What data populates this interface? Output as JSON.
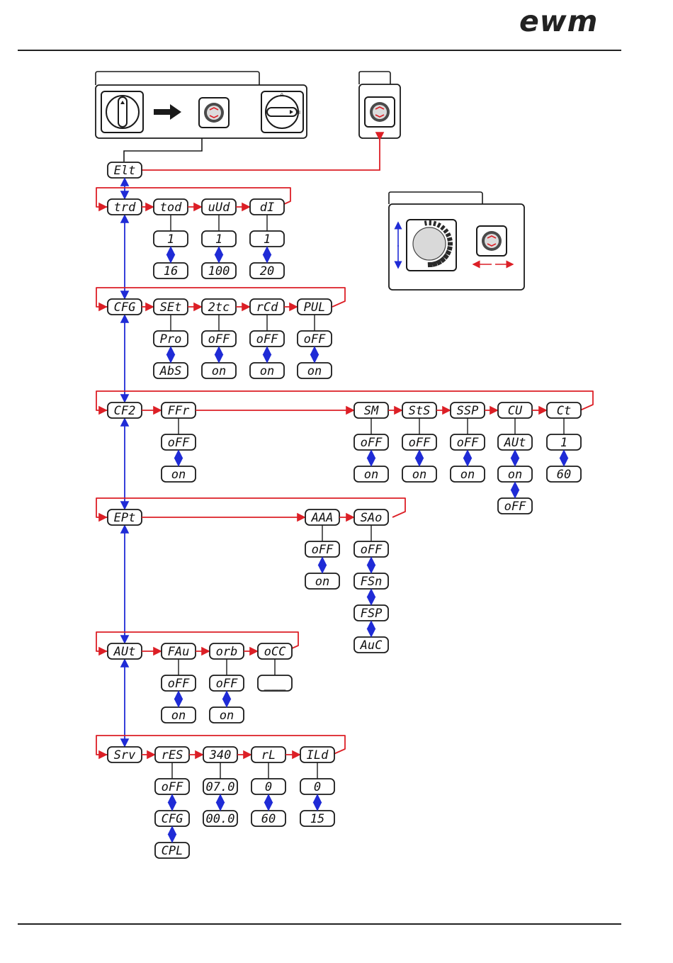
{
  "brand": {
    "logo_text": "ewm"
  },
  "colors": {
    "red": "#dc1f26",
    "blue": "#1f2bd6",
    "frame": "#1a1a1a"
  },
  "icons": [
    "rotary-switch-off-icon",
    "arrow-right-icon",
    "push-button-icon",
    "rotary-switch-on-icon",
    "rotary-knob-icon",
    "ring-marker-icon"
  ],
  "switch_labels": {
    "off_mark": "0",
    "on_mark": "I"
  },
  "menu": {
    "exit": "Elt",
    "rows": [
      {
        "main": "trd",
        "items": [
          {
            "label": "tod",
            "values": [
              "1",
              "16"
            ]
          },
          {
            "label": "uUd",
            "values": [
              "1",
              "100"
            ]
          },
          {
            "label": "dI",
            "values": [
              "1",
              "20"
            ]
          }
        ]
      },
      {
        "main": "CFG",
        "items": [
          {
            "label": "SEt",
            "values": [
              "Pro",
              "AbS"
            ]
          },
          {
            "label": "2tc",
            "values": [
              "oFF",
              "on"
            ]
          },
          {
            "label": "rCd",
            "values": [
              "oFF",
              "on"
            ]
          },
          {
            "label": "PUL",
            "values": [
              "oFF",
              "on"
            ]
          }
        ]
      },
      {
        "main": "CF2",
        "items": [
          {
            "label": "FFr",
            "values": [
              "oFF",
              "on"
            ]
          },
          {
            "label": "SM",
            "values": [
              "oFF",
              "on"
            ]
          },
          {
            "label": "StS",
            "values": [
              "oFF",
              "on"
            ]
          },
          {
            "label": "SSP",
            "values": [
              "oFF",
              "on"
            ]
          },
          {
            "label": "CU",
            "values": [
              "AUt",
              "on",
              "oFF"
            ]
          },
          {
            "label": "Ct",
            "values": [
              "1",
              "60"
            ]
          }
        ]
      },
      {
        "main": "EPt",
        "items": [
          {
            "label": "AAA",
            "values": [
              "oFF",
              "on"
            ]
          },
          {
            "label": "SAo",
            "values": [
              "oFF",
              "FSn",
              "FSP",
              "AuC"
            ]
          }
        ]
      },
      {
        "main": "AUt",
        "items": [
          {
            "label": "FAu",
            "values": [
              "oFF",
              "on"
            ]
          },
          {
            "label": "orb",
            "values": [
              "oFF",
              "on"
            ]
          },
          {
            "label": "oCC",
            "values": [
              "___"
            ]
          }
        ]
      },
      {
        "main": "Srv",
        "items": [
          {
            "label": "rES",
            "values": [
              "oFF",
              "CFG",
              "CPL"
            ]
          },
          {
            "label": "340",
            "values": [
              "07.0",
              "00.0"
            ]
          },
          {
            "label": "rL",
            "values": [
              "0",
              "60"
            ]
          },
          {
            "label": "ILd",
            "values": [
              "0",
              "15"
            ]
          }
        ]
      }
    ]
  }
}
